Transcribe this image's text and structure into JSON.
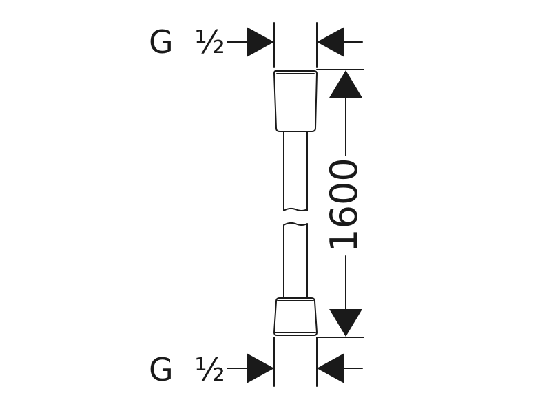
{
  "drawing": {
    "top_thread": {
      "designation": "G",
      "size": "½"
    },
    "bottom_thread": {
      "designation": "G",
      "size": "½"
    },
    "length": "1600"
  },
  "colors": {
    "line": "#1a1a1a",
    "background": "#ffffff"
  }
}
